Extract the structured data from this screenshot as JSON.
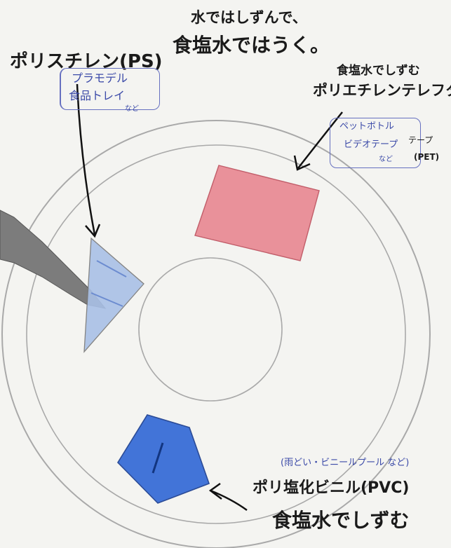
{
  "top_note": {
    "line1": "水ではしずんで、",
    "line2": "食塩水ではうく。"
  },
  "ps": {
    "name": "ポリスチレン(PS)",
    "examples": [
      "プラモデル",
      "食品トレイ",
      "など"
    ],
    "color": "#a9c0e6"
  },
  "pet": {
    "behavior": "食塩水でしずむ",
    "name": "ポリエチレンテレフタ",
    "examples": [
      "ペットボトル",
      "ビデオテープ",
      "など"
    ],
    "examples_extra": "テープ",
    "abbr": "(PET)",
    "color": "#e8808c"
  },
  "pvc": {
    "examples": "(雨どい・ビニールプール など)",
    "name": "ポリ塩化ビニル(PVC)",
    "behavior": "食塩水でしずむ",
    "color": "#2f67d6"
  }
}
